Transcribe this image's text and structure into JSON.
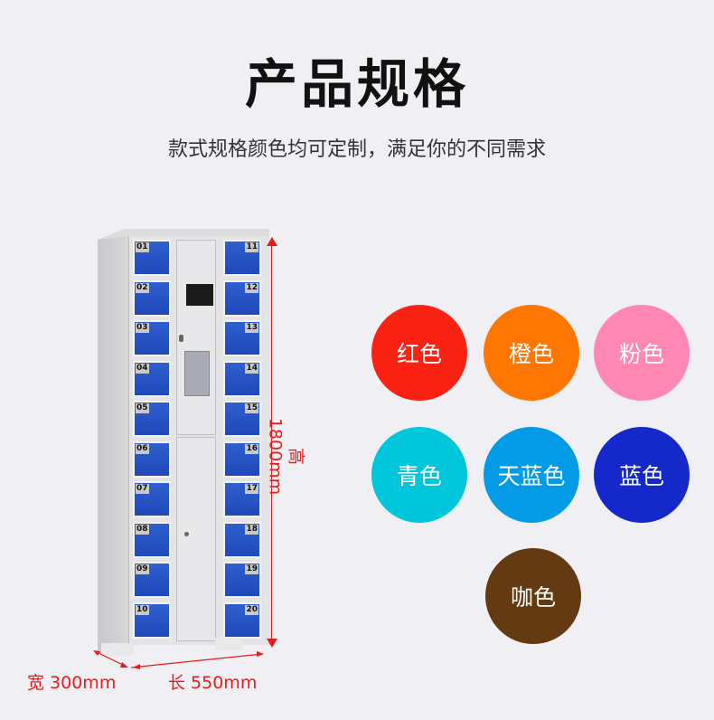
{
  "header": {
    "title": "产品规格",
    "subtitle": "款式规格颜色均可定制，满足你的不同需求"
  },
  "locker": {
    "left_column": [
      "01",
      "02",
      "03",
      "04",
      "05",
      "06",
      "07",
      "08",
      "09",
      "10"
    ],
    "right_column": [
      "11",
      "12",
      "13",
      "14",
      "15",
      "16",
      "17",
      "18",
      "19",
      "20"
    ]
  },
  "dimensions": {
    "height": "高 1800mm",
    "width": "宽 300mm",
    "length": "长 550mm"
  },
  "colors": [
    {
      "label": "红色",
      "hex": "#fa2213"
    },
    {
      "label": "橙色",
      "hex": "#ff7600"
    },
    {
      "label": "粉色",
      "hex": "#ff88b3"
    },
    {
      "label": "青色",
      "hex": "#00c6dc"
    },
    {
      "label": "天蓝色",
      "hex": "#049be6"
    },
    {
      "label": "蓝色",
      "hex": "#1529cb"
    },
    {
      "label": "咖色",
      "hex": "#643a12"
    }
  ]
}
